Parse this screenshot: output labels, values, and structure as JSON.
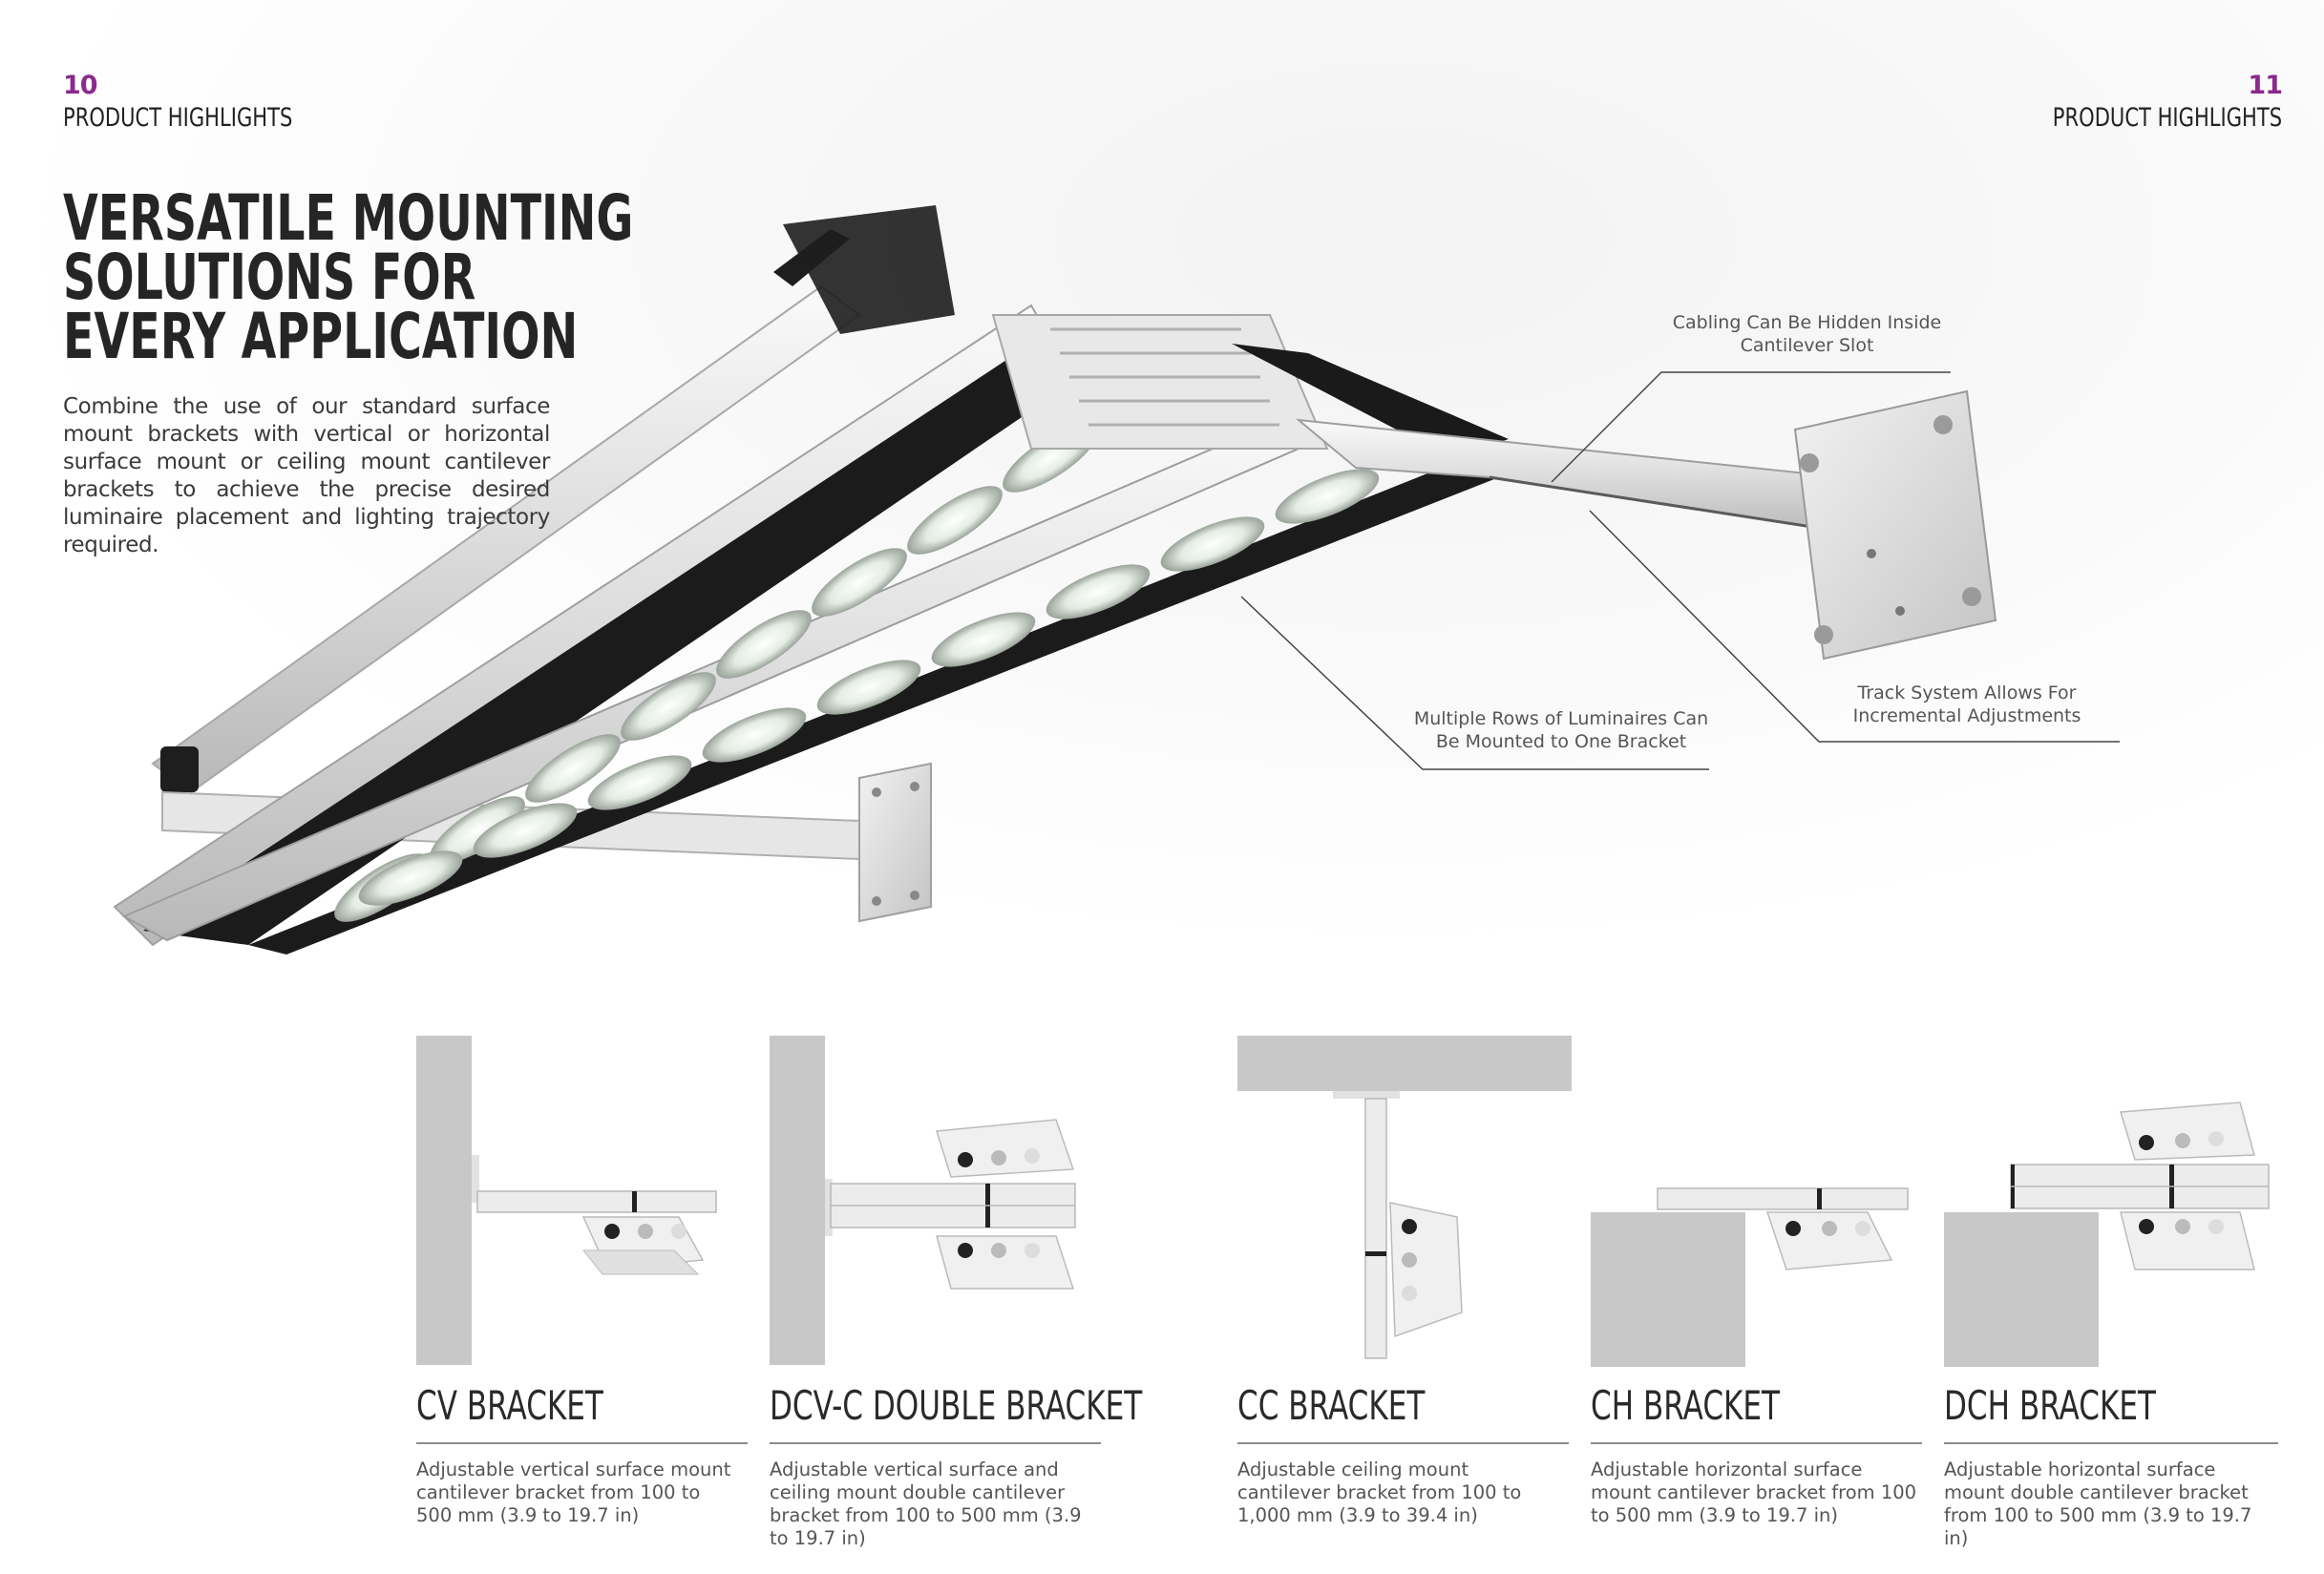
{
  "left_page": {
    "number": "10",
    "label": "PRODUCT HIGHLIGHTS"
  },
  "right_page": {
    "number": "11",
    "label": "PRODUCT HIGHLIGHTS"
  },
  "headline": [
    "VERSATILE MOUNTING",
    "SOLUTIONS FOR",
    "EVERY APPLICATION"
  ],
  "intro": "Combine the use of our standard surface mount brackets with vertical or horizontal surface mount or ceiling mount cantilever brackets to achieve the precise desired luminaire placement and lighting trajectory required.",
  "callouts": {
    "cabling": "Cabling Can Be Hidden Inside\nCantilever Slot",
    "rows": "Multiple Rows of Luminaires Can\nBe Mounted to One Bracket",
    "track": "Track System Allows For\nIncremental Adjustments"
  },
  "brackets": [
    {
      "title": "CV BRACKET",
      "description": "Adjustable vertical surface mount cantilever bracket from 100 to 500 mm (3.9 to 19.7 in)"
    },
    {
      "title": "DCV-C DOUBLE BRACKET",
      "description": "Adjustable vertical surface and ceiling mount double cantilever bracket from 100 to 500 mm (3.9 to 19.7 in)"
    },
    {
      "title": "CC BRACKET",
      "description": "Adjustable ceiling mount cantilever bracket from 100 to 1,000 mm (3.9 to 39.4 in)"
    },
    {
      "title": "CH BRACKET",
      "description": "Adjustable horizontal surface mount cantilever bracket from 100 to 500 mm (3.9 to 19.7 in)"
    },
    {
      "title": "DCH BRACKET",
      "description": "Adjustable horizontal surface mount double cantilever bracket from 100 to 500 mm (3.9 to 19.7 in)"
    }
  ],
  "colors": {
    "accent": "#8a2a8e",
    "surface_grey": "#c8c8c8",
    "text": "#2b2b2b"
  }
}
